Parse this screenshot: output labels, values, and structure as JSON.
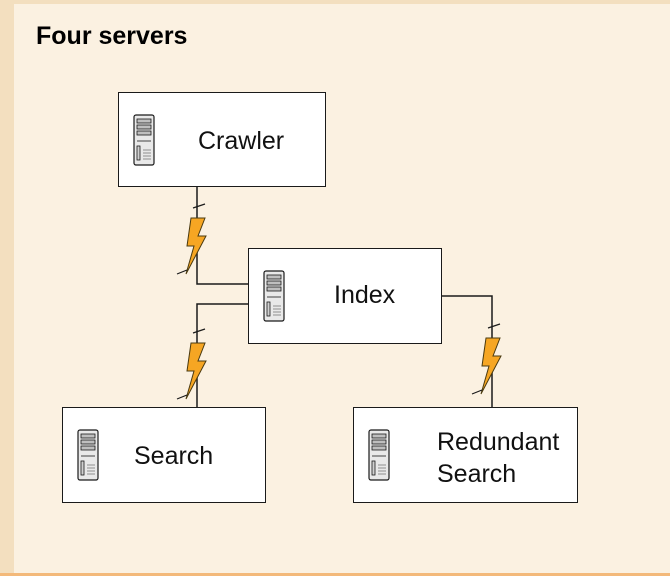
{
  "title": "Four servers",
  "servers": {
    "crawler": {
      "label": "Crawler",
      "icon": "server-tower-icon"
    },
    "index": {
      "label": "Index",
      "icon": "server-tower-icon"
    },
    "search": {
      "label": "Search",
      "icon": "server-tower-icon"
    },
    "redundant": {
      "label_line1": "Redundant",
      "label_line2": "Search",
      "icon": "server-tower-icon"
    }
  },
  "connections": [
    {
      "from": "Crawler",
      "to": "Index",
      "icon": "lightning-bolt-icon"
    },
    {
      "from": "Index",
      "to": "Search",
      "icon": "lightning-bolt-icon"
    },
    {
      "from": "Index",
      "to": "Redundant Search",
      "icon": "lightning-bolt-icon"
    }
  ],
  "colors": {
    "background": "#fbf1e1",
    "accent_left_edge": "#f3dfbf",
    "bottom_edge": "#f3b97a",
    "bolt_fill": "#f6a623",
    "bolt_stroke": "#4a3a10",
    "box_border": "#1a1a1a"
  }
}
